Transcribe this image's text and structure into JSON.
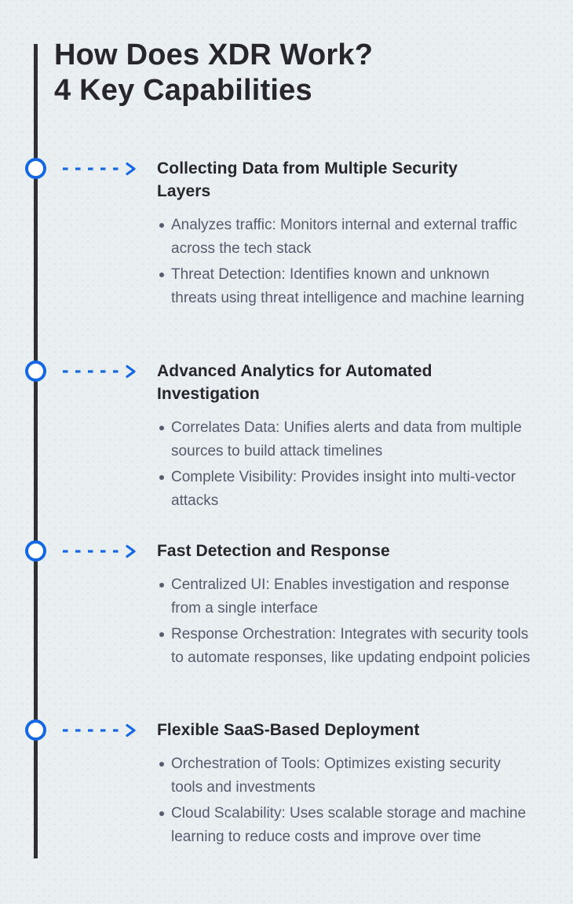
{
  "page": {
    "title_line1": "How Does XDR Work?",
    "title_line2": "4 Key Capabilities"
  },
  "colors": {
    "background": "#e9eef1",
    "dot": "#dbe5ea",
    "heading_text": "#26262c",
    "body_text": "#575a6c",
    "accent_blue": "#1567e2",
    "timeline_line": "#2e2e33"
  },
  "icons": {
    "node": "timeline-node-circle-icon",
    "arrow": "dashed-arrow-right-icon",
    "bullet": "bullet-dot-icon"
  },
  "sections": [
    {
      "heading": "Collecting Data from Multiple Security Layers",
      "bullets": [
        "Analyzes traffic: Monitors internal and external traffic across the tech stack",
        "Threat Detection: Identifies known and unknown threats using threat intelligence and machine learning"
      ]
    },
    {
      "heading": "Advanced Analytics for Automated Investigation",
      "bullets": [
        "Correlates Data: Unifies alerts and data from multiple sources to build attack timelines",
        "Complete Visibility: Provides insight into multi-vector attacks"
      ]
    },
    {
      "heading": "Fast Detection and Response",
      "bullets": [
        "Centralized UI: Enables investigation and response from a single interface",
        "Response Orchestration: Integrates with security tools to automate responses, like updating endpoint policies"
      ]
    },
    {
      "heading": "Flexible SaaS-Based Deployment",
      "bullets": [
        "Orchestration of Tools: Optimizes existing security tools and investments",
        "Cloud Scalability: Uses scalable storage and machine learning to reduce costs and improve over time"
      ]
    }
  ]
}
